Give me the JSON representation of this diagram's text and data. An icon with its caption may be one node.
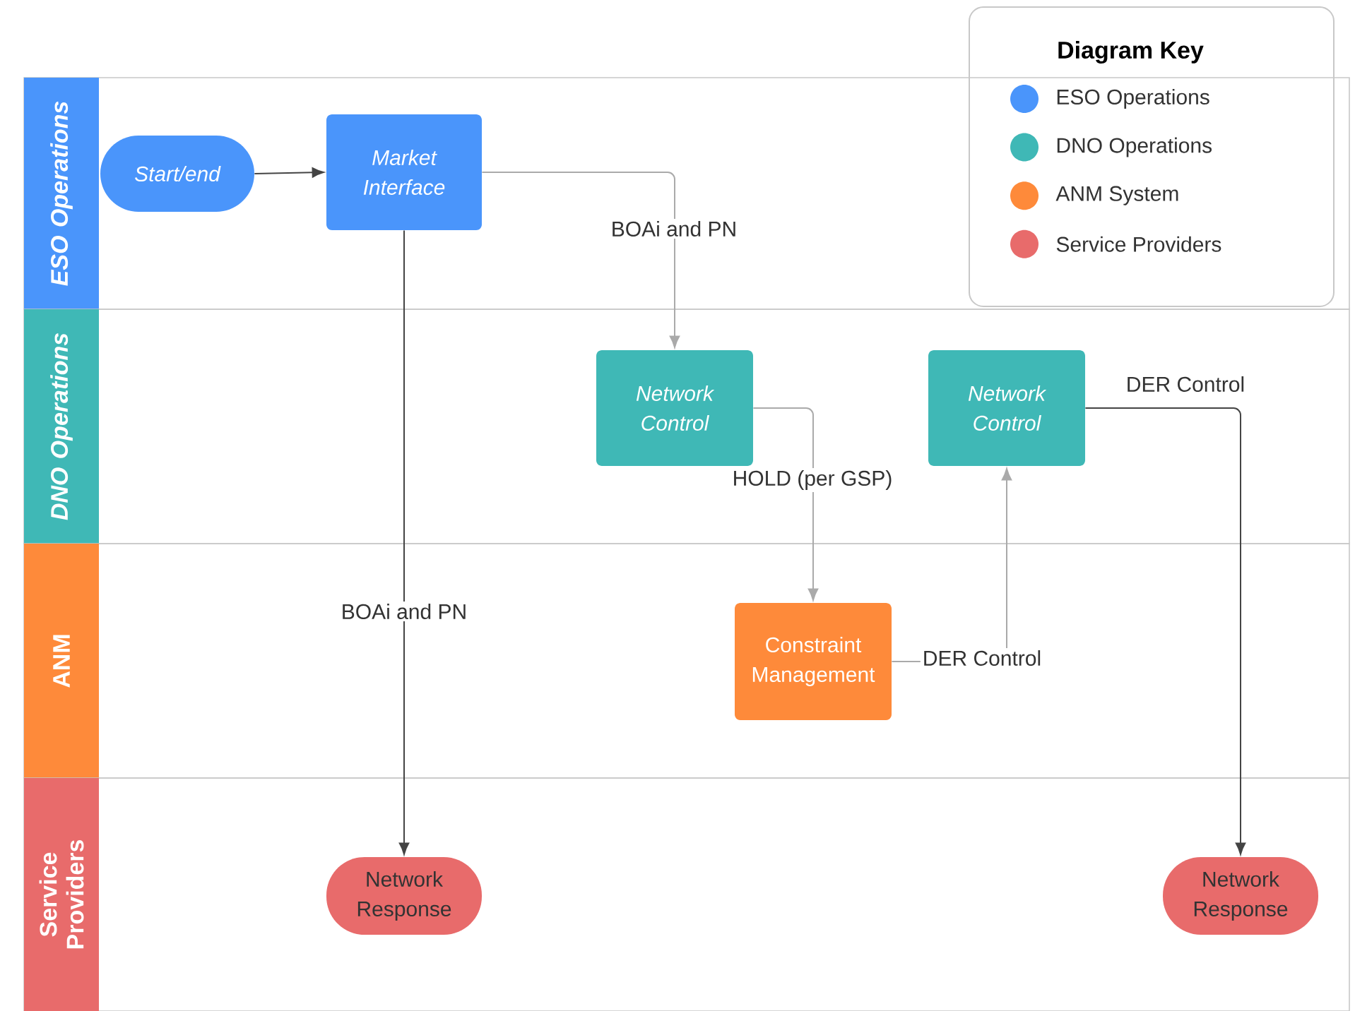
{
  "diagram": {
    "nodes": [
      {
        "text": [
          "ESO Operations"
        ]
      },
      {
        "text": [
          "Start/end"
        ],
        "in": 0
      },
      {
        "text": [
          "Market Interface"
        ],
        "in": 0
      },
      {
        "text": [
          "DNO Operations"
        ]
      },
      {
        "text": [
          "Network Control"
        ],
        "in": 3
      },
      {
        "text": [
          "Network Control"
        ],
        "in": 3
      },
      {
        "text": [
          "ANM"
        ]
      },
      {
        "text": [
          "Constraint Management"
        ],
        "in": 6
      },
      {
        "text": [
          "Service Providers"
        ]
      },
      {
        "text": [
          "Network Response"
        ],
        "in": 8
      },
      {
        "text": [
          "Network Response"
        ],
        "in": 8
      }
    ],
    "edges": [
      {
        "from": 1,
        "to": 2,
        "arrow": "to"
      },
      {
        "from": 2,
        "to": 4,
        "arrow": "to",
        "label": "BOAi and PN",
        "color": "#aaaaaa"
      },
      {
        "from": 2,
        "to": 9,
        "arrow": "to",
        "label": "BOAi and PN"
      },
      {
        "from": 4,
        "to": 7,
        "arrow": "to",
        "label": "HOLD (per GSP)",
        "color": "#aaaaaa"
      },
      {
        "from": 7,
        "to": 5,
        "arrow": "to",
        "label": "DER Control",
        "color": "#aaaaaa"
      },
      {
        "from": 5,
        "to": 10,
        "arrow": "to",
        "label": "DER Control"
      }
    ],
    "labels": [
      "Diagram Key"
    ],
    "legend": [
      {
        "text": "ESO Operations",
        "color": "#4a95fb"
      },
      {
        "text": "DNO Operations",
        "color": "#3fb8b6"
      },
      {
        "text": "ANM System",
        "color": "#fe8a3a"
      },
      {
        "text": "Service Providers",
        "color": "#e86b6b"
      }
    ]
  }
}
